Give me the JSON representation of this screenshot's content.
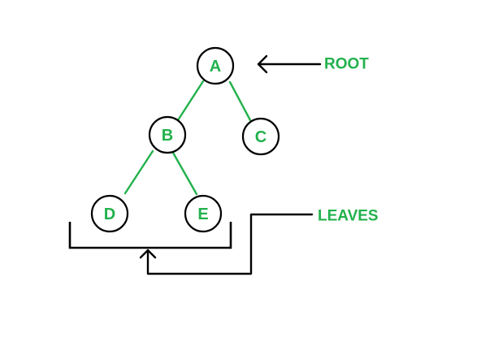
{
  "colors": {
    "accent": "#22b14c",
    "outline": "#000000",
    "background": "#ffffff"
  },
  "nodes": {
    "a": {
      "label": "A"
    },
    "b": {
      "label": "B"
    },
    "c": {
      "label": "C"
    },
    "d": {
      "label": "D"
    },
    "e": {
      "label": "E"
    }
  },
  "edges": [
    {
      "from": "A",
      "to": "B"
    },
    {
      "from": "A",
      "to": "C"
    },
    {
      "from": "B",
      "to": "D"
    },
    {
      "from": "B",
      "to": "E"
    }
  ],
  "callouts": {
    "root_label": "ROOT",
    "leaves_label": "LEAVES"
  }
}
